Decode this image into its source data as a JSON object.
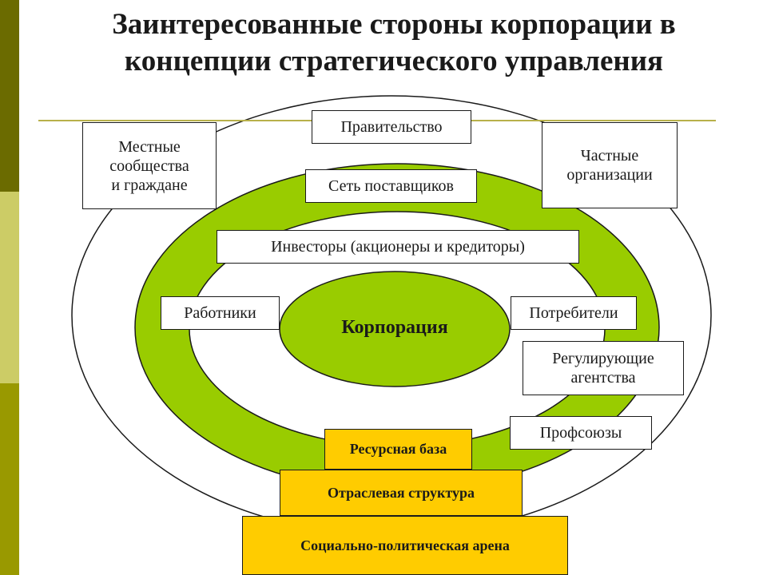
{
  "title": {
    "line1": "Заинтересованные стороны корпорации в",
    "line2": "концепции стратегического управления"
  },
  "center": {
    "label": "Корпорация"
  },
  "stakeholders": {
    "government": "Правительство",
    "local_communities": [
      "Местные",
      "сообщества",
      "и граждане"
    ],
    "private_orgs": [
      "Частные",
      "организации"
    ],
    "suppliers": "Сеть поставщиков",
    "investors": "Инвесторы (акционеры и кредиторы)",
    "workers": "Работники",
    "consumers": "Потребители",
    "regulators": [
      "Регулирующие",
      "агентства"
    ],
    "unions": "Профсоюзы"
  },
  "foundation": {
    "resource_base": "Ресурсная база",
    "industry_structure": "Отраслевая структура",
    "sociopolitical_arena": "Социально-политическая арена"
  },
  "colors": {
    "ring_green": "#99cc00",
    "foundation_yellow": "#ffcc00",
    "sidebar_dark": "#6b6b00",
    "sidebar_light": "#cccc66",
    "sidebar_mid": "#999900"
  }
}
